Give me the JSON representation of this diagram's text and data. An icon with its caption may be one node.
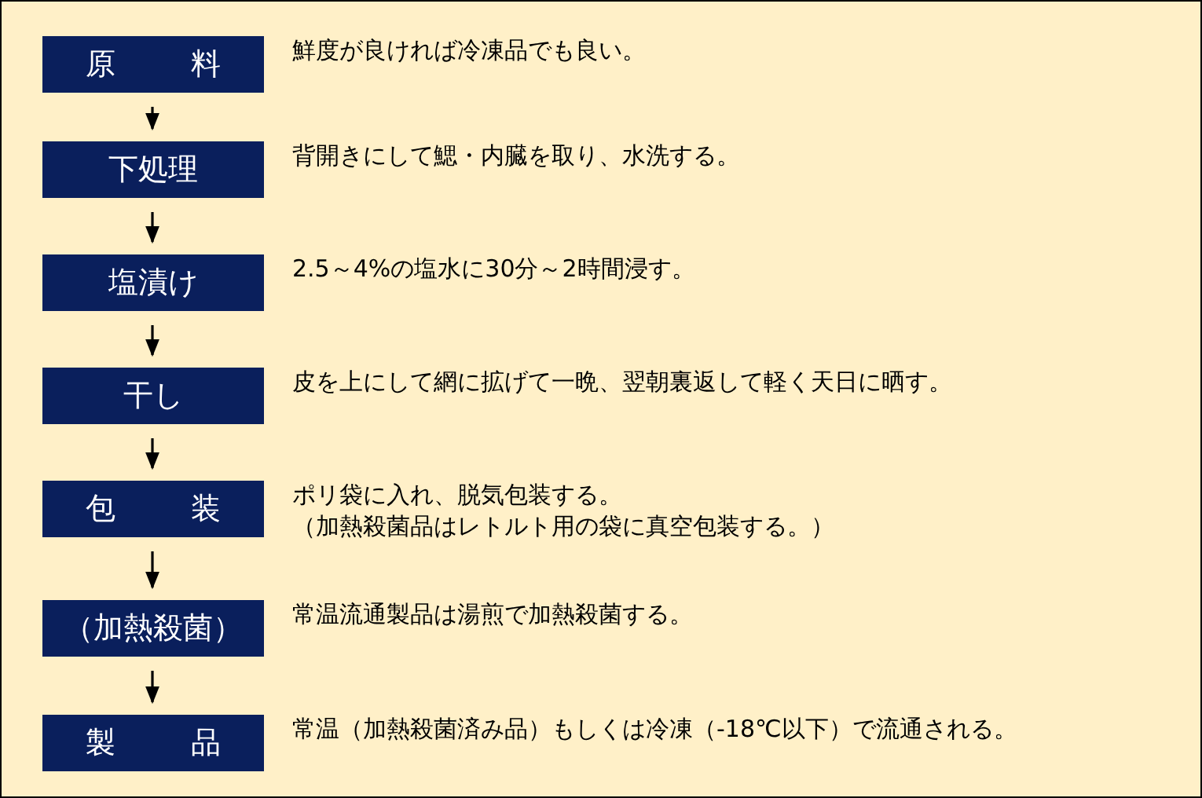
{
  "diagram": {
    "nodes": [
      {
        "text": [
          "原 料"
        ],
        "beside": [
          "鮮度が良ければ冷凍品でも良い。"
        ]
      },
      {
        "text": [
          "下処理"
        ],
        "beside": [
          "背開きにして鰓・内臓を取り、水洗する。"
        ]
      },
      {
        "text": [
          "塩漬け"
        ],
        "beside": [
          "2.5～4%の塩水に30分～2時間浸す。"
        ]
      },
      {
        "text": [
          "干し"
        ],
        "beside": [
          "皮を上にして網に拡げて一晩、翌朝裏返して軽く天日に晒す。"
        ]
      },
      {
        "text": [
          "包 装"
        ],
        "beside": [
          "ポリ袋に入れ、脱気包装する。",
          "（加熱殺菌品はレトルト用の袋に真空包装する。）"
        ]
      },
      {
        "text": [
          "（加熱殺菌）"
        ],
        "beside": [
          "常温流通製品は湯煎で加熱殺菌する。"
        ]
      },
      {
        "text": [
          "製 品"
        ],
        "beside": [
          "常温（加熱殺菌済み品）もしくは冷凍（-18℃以下）で流通される。"
        ]
      }
    ],
    "edges": [
      {
        "from": 0,
        "to": 1,
        "arrow": "to"
      },
      {
        "from": 1,
        "to": 2,
        "arrow": "to"
      },
      {
        "from": 2,
        "to": 3,
        "arrow": "to"
      },
      {
        "from": 3,
        "to": 4,
        "arrow": "to"
      },
      {
        "from": 4,
        "to": 5,
        "arrow": "to"
      },
      {
        "from": 5,
        "to": 6,
        "arrow": "to"
      }
    ]
  }
}
